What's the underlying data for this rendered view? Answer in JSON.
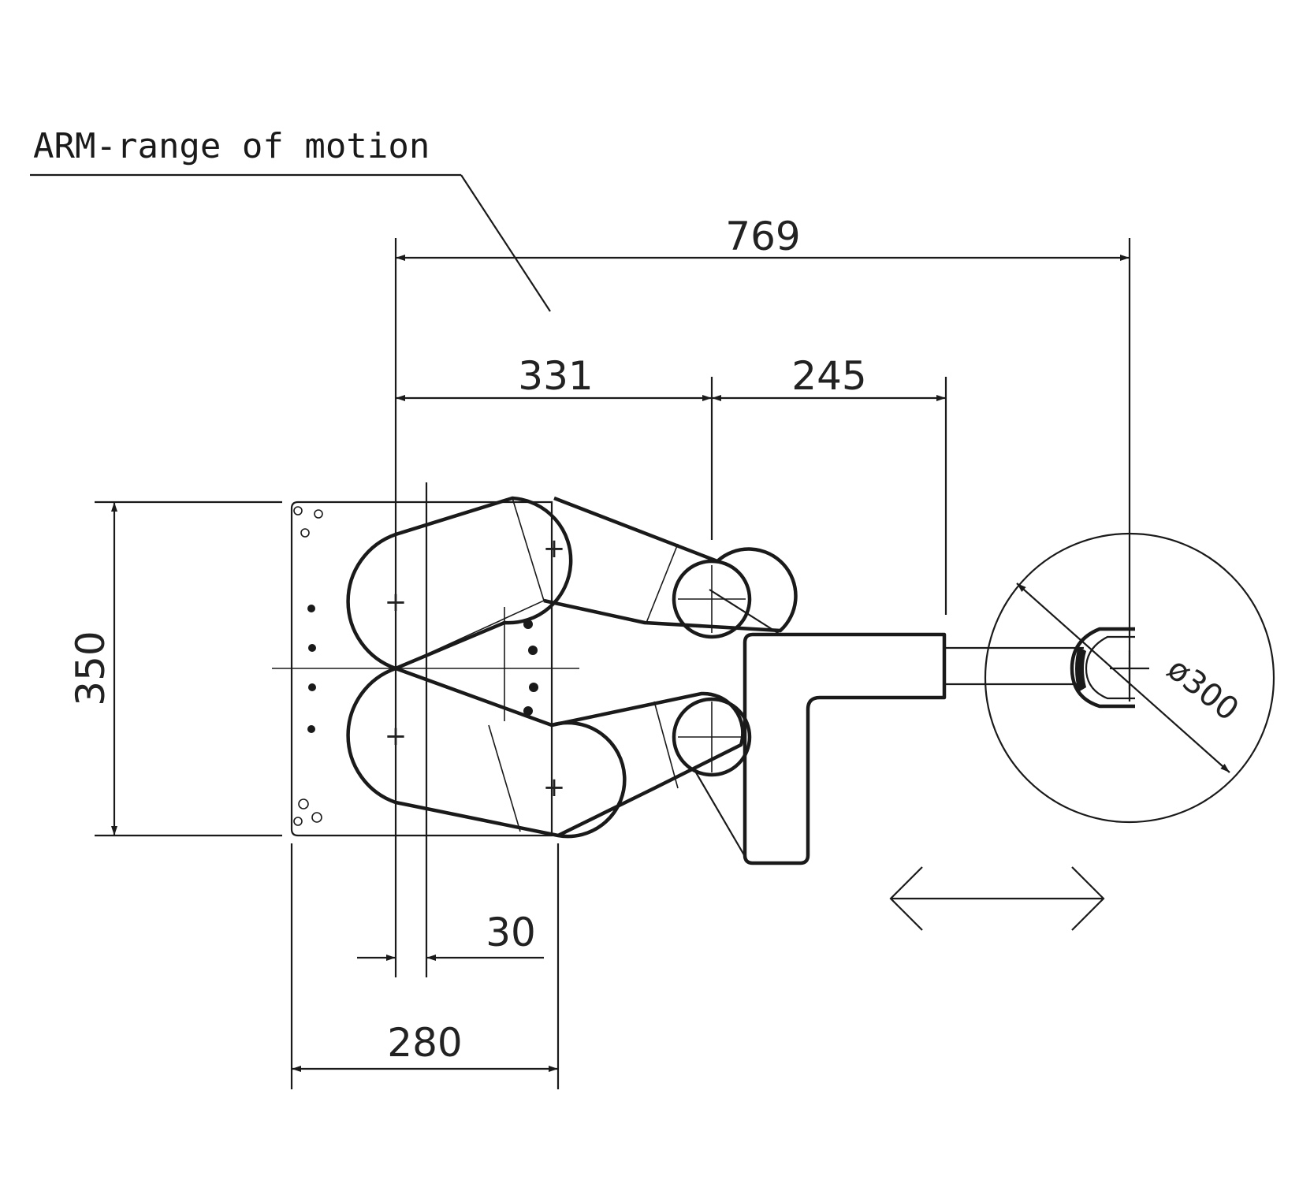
{
  "title": "ARM-range of motion",
  "dimensions": {
    "overall_reach": "769",
    "first_arm": "331",
    "second_arm": "245",
    "base_height": "350",
    "base_width": "280",
    "offset": "30",
    "tool_diameter": "ø300"
  },
  "colors": {
    "line": "#1a1a1a",
    "text": "#222222",
    "background": "#ffffff"
  }
}
